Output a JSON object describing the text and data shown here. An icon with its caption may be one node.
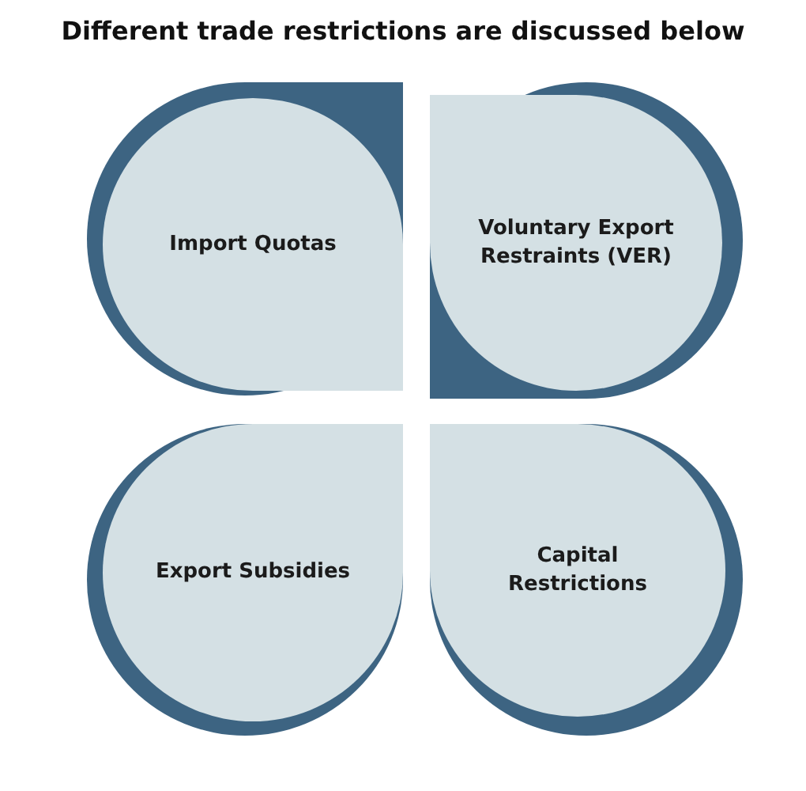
{
  "diagram": {
    "title": "Different trade restrictions are discussed below",
    "nodes": [
      {
        "text": [
          "Import Quotas"
        ]
      },
      {
        "text": [
          "Voluntary Export Restraints (VER)"
        ]
      },
      {
        "text": [
          "Export Subsidies"
        ]
      },
      {
        "text": [
          "Capital Restrictions"
        ]
      }
    ]
  }
}
